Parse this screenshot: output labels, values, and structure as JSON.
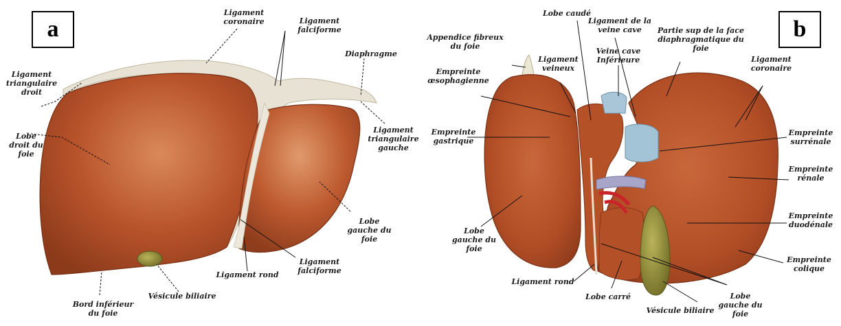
{
  "panels": {
    "a": "a",
    "b": "b"
  },
  "labels_a": {
    "ligament_coronaire": "Ligament\ncoronaire",
    "ligament_falciforme_top": "Ligament\nfalciforme",
    "diaphragme": "Diaphragme",
    "ligament_triangulaire_droit": "Ligament\ntriangulaire\ndroit",
    "ligament_triangulaire_gauche": "Ligament\ntriangulaire\ngauche",
    "lobe_droit": "Lobe\ndroit du\nfoie",
    "lobe_gauche": "Lobe\ngauche du\nfoie",
    "ligament_falciforme_bottom": "Ligament\nfalciforme",
    "ligament_rond": "Ligament rond",
    "vesicule_biliaire": "Vésicule biliaire",
    "bord_inferieur": "Bord inférieur\ndu foie"
  },
  "labels_b": {
    "lobe_caude": "Lobe caudé",
    "ligament_veine_cave": "Ligament de la\nveine cave",
    "partie_sup": "Partie sup de la face\ndiaphragmatique du\nfoie",
    "appendice_fibreux": "Appendice fibreux\ndu foie",
    "ligament_veineux": "Ligament\nveineux",
    "veine_cave_inferieure": "Veine cave\nInférieure",
    "ligament_coronaire": "Ligament\ncoronaire",
    "empreinte_oesophagienne": "Empreinte\nœsophagienne",
    "empreinte_gastrique": "Empreinte\ngastrique",
    "empreinte_surrenale": "Empreinte\nsurrénale",
    "empreinte_renale": "Empreinte\nrénale",
    "empreinte_duodenale": "Empreinte\nduodénale",
    "empreinte_colique": "Empreinte\ncolique",
    "lobe_gauche": "Lobe\ngauche du\nfoie",
    "lobe_gauche_bottom": "Lobe\ngauche du\nfoie",
    "ligament_rond": "Ligament rond",
    "lobe_carre": "Lobe carré",
    "vesicule_biliaire": "Vésicule biliaire"
  },
  "colors": {
    "liver": "#b5502a",
    "liver_light": "#d57a48",
    "liver_dark": "#8a3718",
    "membrane": "#e6e1d2",
    "gallbladder": "#8f8a3a",
    "vena_cava": "#a9c7d8",
    "artery": "#c8242a",
    "vein": "#a7a6c8"
  }
}
